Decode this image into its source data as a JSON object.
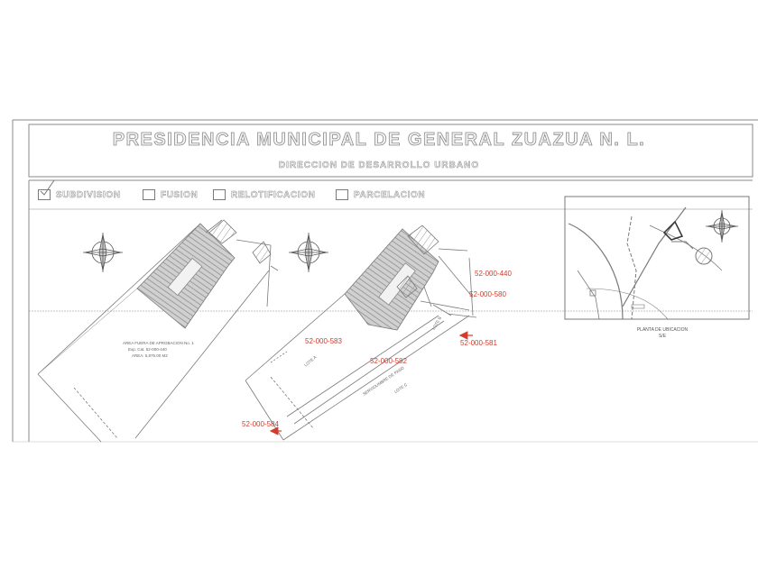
{
  "header": {
    "title": "PRESIDENCIA MUNICIPAL DE GENERAL ZUAZUA N. L.",
    "subtitle": "DIRECCION DE DESARROLLO URBANO"
  },
  "options": [
    {
      "label": "SUBDIVISION",
      "checked": true
    },
    {
      "label": "FUSION",
      "checked": false
    },
    {
      "label": "RELOTIFICACION",
      "checked": false
    },
    {
      "label": "PARCELACION",
      "checked": false
    }
  ],
  "expedientes": {
    "e440": "52-000-440",
    "e580": "52-000-580",
    "e581": "52-000-581",
    "e583": "52-000-583",
    "e582": "52-000-582",
    "e584": "52-000-584"
  },
  "location_map": {
    "caption": "PLANTA DE UBICACION",
    "scale": "S/E"
  },
  "left_plan": {
    "note_line1": "AREA FUERA DE APROBACION No. 1",
    "note_line2": "Exp. Cat. 52-000-440",
    "note_line3": "AREA: 5,875.00 M2"
  },
  "lot_labels": {
    "lote_a": "LOTE A",
    "lote_b": "LOTE B",
    "servidumbre": "SERVIDUMBRE DE PASO",
    "lote_c": "LOTE C"
  },
  "colors": {
    "line": "#7a7a7a",
    "hatch": "#8f8f8f",
    "red": "#d63a2a"
  }
}
